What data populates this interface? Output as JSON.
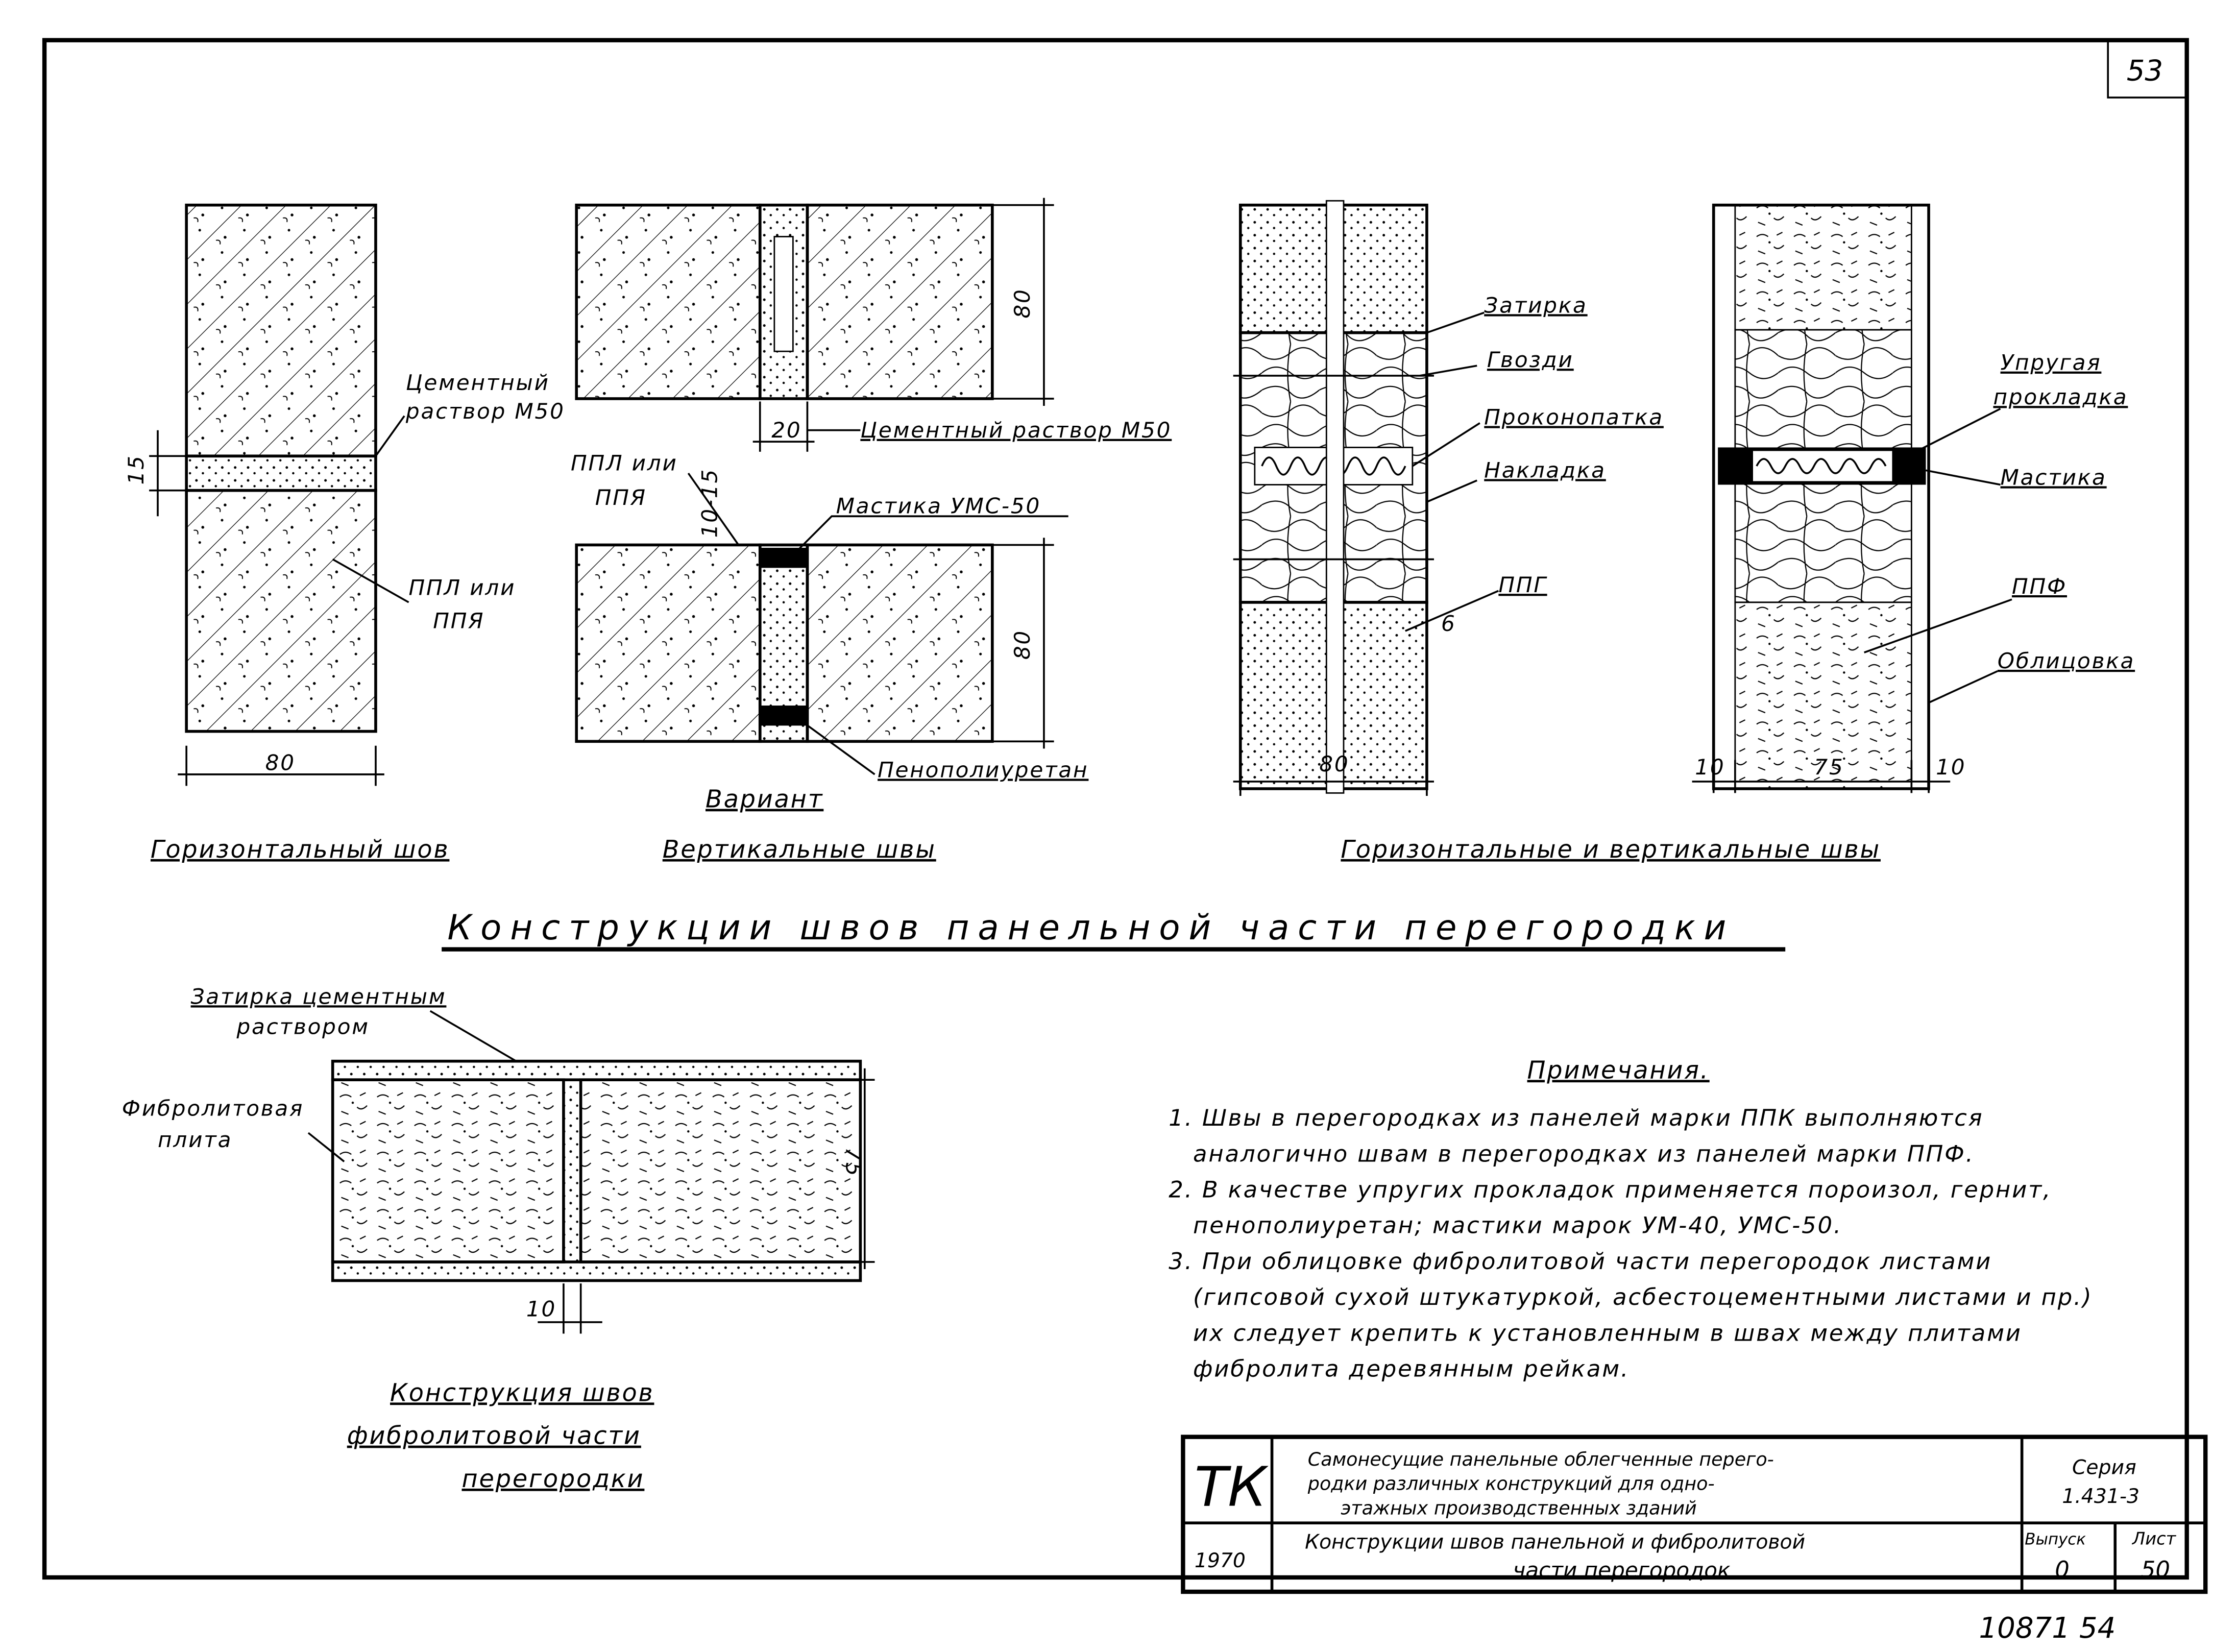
{
  "sheet_number": "53",
  "bottom_stamp": "10871 54",
  "detail1": {
    "labels": [
      "Цементный",
      "раствор М50",
      "ППЛ или",
      "ППЯ"
    ],
    "dims": {
      "seam": "15",
      "width": "80"
    },
    "caption": "Горизонтальный шов"
  },
  "detail2": {
    "top_labels": {
      "dim_height": "80",
      "joint": "20",
      "mortar": "Цементный раствор М50"
    },
    "bottom_labels": {
      "panel_1": "ППЛ или",
      "panel_2": "ППЯ",
      "gap": "10-15",
      "mastic": "Мастика УМС-50",
      "dim_height": "80",
      "foam": "Пенополиуретан"
    },
    "variant": "Вариант",
    "caption": "Вертикальные швы"
  },
  "detail3": {
    "labels": [
      "Затирка",
      "Гвозди",
      "Проконопатка",
      "Накладка",
      "ППГ"
    ],
    "dims": {
      "thickness": "6",
      "width": "80"
    }
  },
  "detail4": {
    "labels": [
      "Упругая",
      "прокладка",
      "Мастика",
      "ППФ",
      "Облицовка"
    ],
    "dims": {
      "left": "10",
      "middle": "75",
      "right": "10"
    }
  },
  "caption_34": "Горизонтальные и вертикальные швы",
  "main_title": "Конструкции швов панельной части перегородки",
  "detail5": {
    "labels": [
      "Затирка цементным",
      "раствором",
      "Фибролитовая",
      "плита"
    ],
    "dims": {
      "height": "75",
      "gap": "10"
    },
    "title": [
      "Конструкция швов",
      "фибролитовой части",
      "перегородки"
    ]
  },
  "notes": {
    "title": "Примечания.",
    "lines": [
      "1. Швы в перегородках из панелей марки ППК выполняются",
      "аналогично швам в перегородках из панелей марки ППФ.",
      "2. В качестве упругих прокладок применяется пороизол, гернит,",
      "пенополиуретан; мастики марок УМ-40, УМС-50.",
      "3. При облицовке фибролитовой части перегородок листами",
      "(гипсовой сухой штукатуркой, асбестоцементными листами и пр.)",
      "их следует крепить к установленным в швах между плитами",
      "фибролита деревянным рейкам."
    ]
  },
  "title_block": {
    "logo": "ТК",
    "title_lines": [
      "Самонесущие панельные облегченные перего-",
      "родки различных конструкций для одно-",
      "этажных производственных зданий"
    ],
    "series_label": "Серия",
    "series_value": "1.431-3",
    "year": "1970",
    "sheet_title_lines": [
      "Конструкции швов панельной и фибролитовой",
      "части перегородок"
    ],
    "issue_label": "Выпуск",
    "issue_value": "0",
    "sheet_label": "Лист",
    "sheet_value": "50"
  }
}
